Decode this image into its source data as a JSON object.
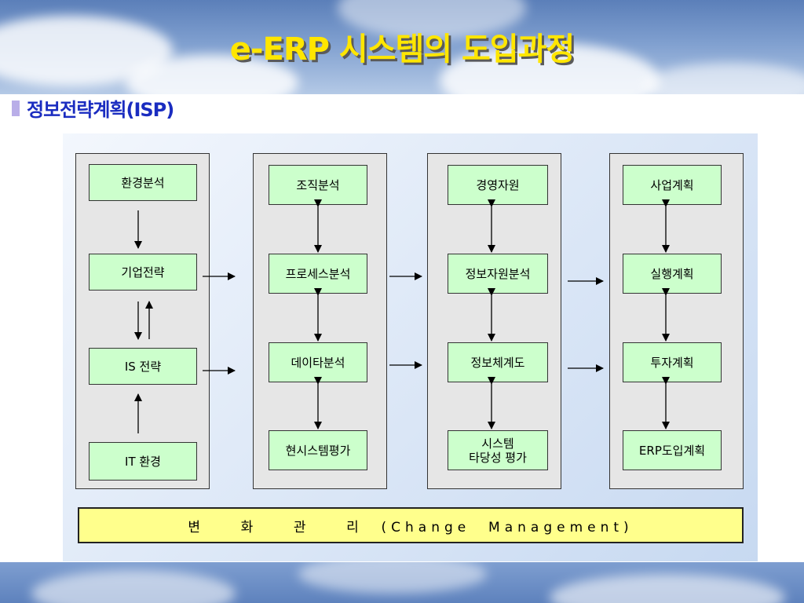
{
  "slide": {
    "title": "e-ERP 시스템의 도입과정",
    "subtitle": "정보전략계획(ISP)"
  },
  "colors": {
    "title": "#ffe600",
    "subtitle": "#1a2cc0",
    "box_fill": "#ccffcc",
    "column_fill": "#e6e6e6",
    "footer_fill": "#ffff8c"
  },
  "diagram": {
    "columns": [
      {
        "id": "env",
        "boxes": [
          "환경분석",
          "기업전략",
          "IS 전략",
          "IT 환경"
        ]
      },
      {
        "id": "analysis",
        "boxes": [
          "조직분석",
          "프로세스분석",
          "데이타분석",
          "현시스템평가"
        ]
      },
      {
        "id": "info",
        "boxes": [
          "경영자원",
          "정보자원분석",
          "정보체계도",
          "시스템\n타당성 평가"
        ]
      },
      {
        "id": "plan",
        "boxes": [
          "사업계획",
          "실행계획",
          "투자계획",
          "ERP도입계획"
        ]
      }
    ],
    "change_management": "변    화    관    리  (Change  Management)"
  }
}
